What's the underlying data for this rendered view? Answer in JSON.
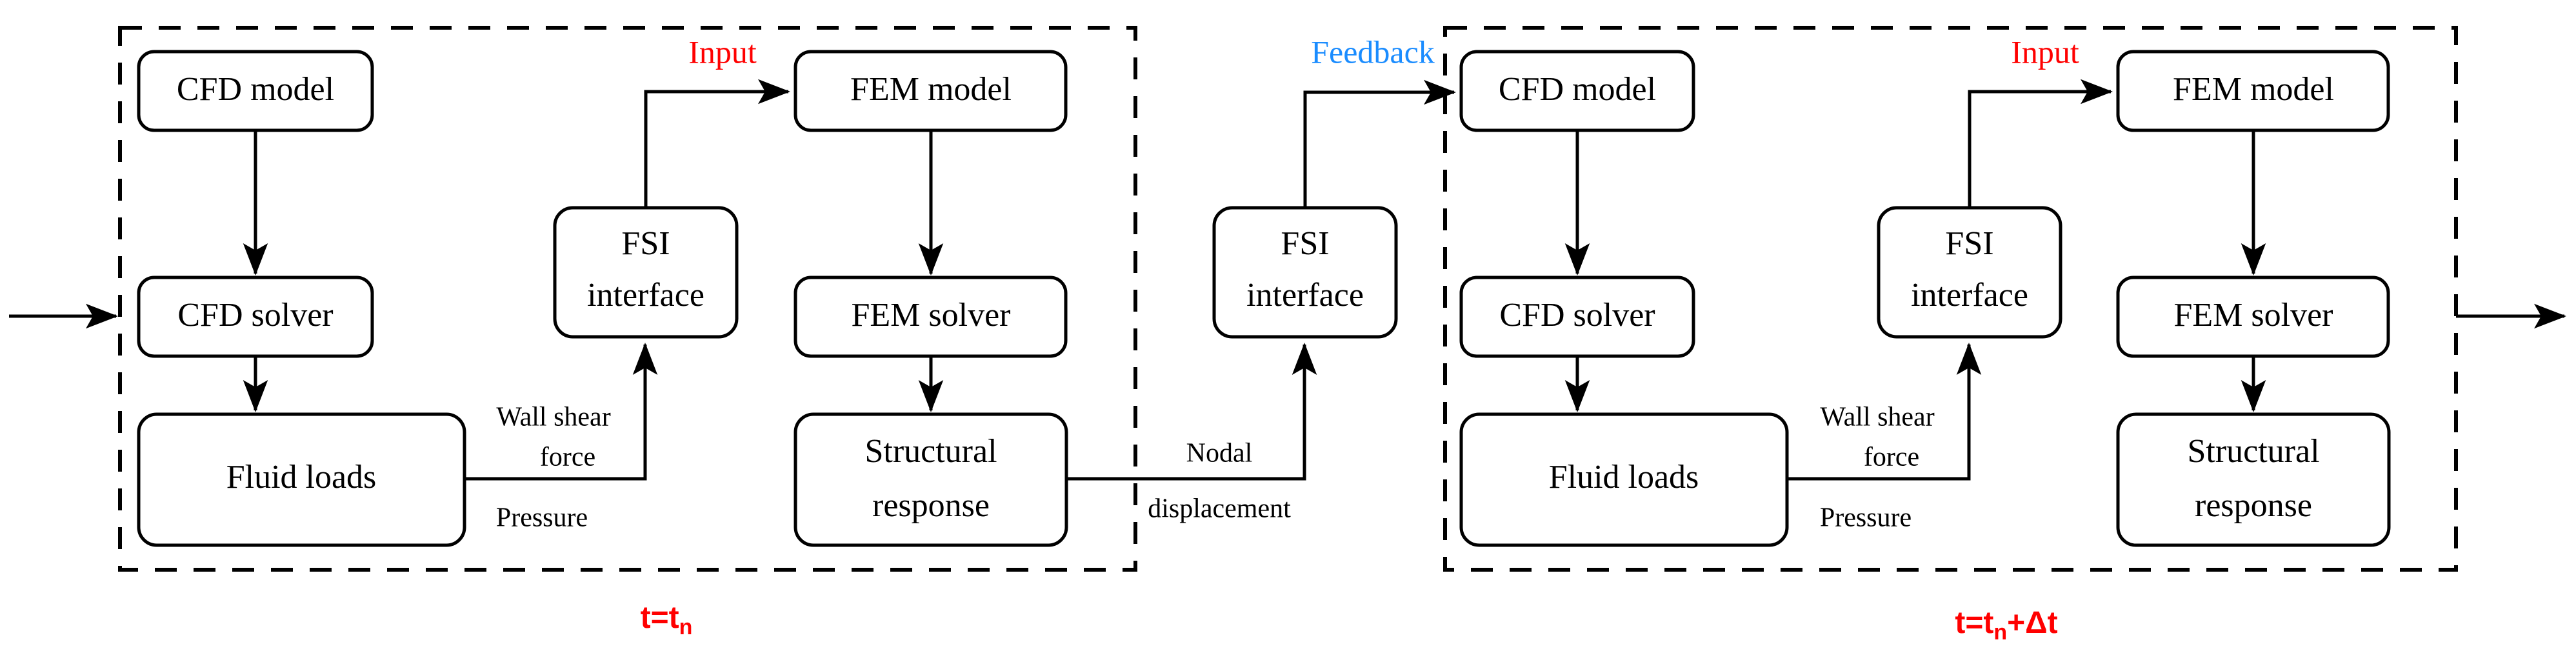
{
  "diagram": {
    "title": "Partitioned FSI coupling workflow over two time steps",
    "colors": {
      "input_annotation": "#ff0000",
      "feedback_annotation": "#1a8cff",
      "time_label": "#ff0000",
      "stroke": "#000000",
      "background": "#ffffff"
    },
    "panels": [
      {
        "id": "panel-tn",
        "time_label": "t=t",
        "time_label_sub": "n",
        "time_label_tail": "",
        "entry_arrow": true,
        "nodes": {
          "cfd_model": "CFD model",
          "cfd_solver": "CFD solver",
          "fluid_loads": "Fluid loads",
          "fsi_interface_line1": "FSI",
          "fsi_interface_line2": "interface",
          "fem_model": "FEM model",
          "fem_solver": "FEM solver",
          "structural_response_line1": "Structural",
          "structural_response_line2": "response"
        },
        "edge_labels": {
          "wall_shear_line1": "Wall shear",
          "wall_shear_line2": "force",
          "pressure": "Pressure"
        },
        "annotations": {
          "input": "Input"
        }
      },
      {
        "id": "panel-tn-dt",
        "time_label": "t=t",
        "time_label_sub": "n",
        "time_label_tail": "+Δt",
        "entry_arrow": false,
        "nodes": {
          "cfd_model": "CFD model",
          "cfd_solver": "CFD solver",
          "fluid_loads": "Fluid loads",
          "fsi_interface_line1": "FSI",
          "fsi_interface_line2": "interface",
          "fem_model": "FEM model",
          "fem_solver": "FEM solver",
          "structural_response_line1": "Structural",
          "structural_response_line2": "response"
        },
        "edge_labels": {
          "wall_shear_line1": "Wall shear",
          "wall_shear_line2": "force",
          "pressure": "Pressure"
        },
        "annotations": {
          "input": "Input"
        }
      }
    ],
    "bridge": {
      "fsi_interface_line1": "FSI",
      "fsi_interface_line2": "interface",
      "nodal_line1": "Nodal",
      "nodal_line2": "displacement",
      "feedback": "Feedback"
    }
  }
}
